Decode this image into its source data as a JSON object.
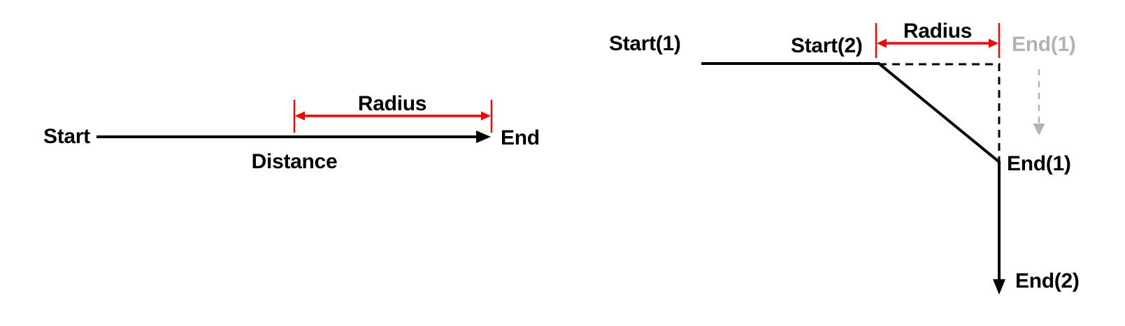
{
  "diagram": {
    "title": "radius-parameter-diagram",
    "left": {
      "start_label": "Start",
      "end_label": "End",
      "distance_label": "Distance",
      "radius_label": "Radius"
    },
    "right": {
      "start1_label": "Start(1)",
      "start2_label": "Start(2)",
      "radius_label": "Radius",
      "ghost_end1_label": "End(1)",
      "end1_label": "End(1)",
      "end2_label": "End(2)"
    },
    "colors": {
      "line": "#000000",
      "measure": "#ff0000",
      "ghost": "#b3b3b3",
      "background": "#ffffff"
    }
  }
}
